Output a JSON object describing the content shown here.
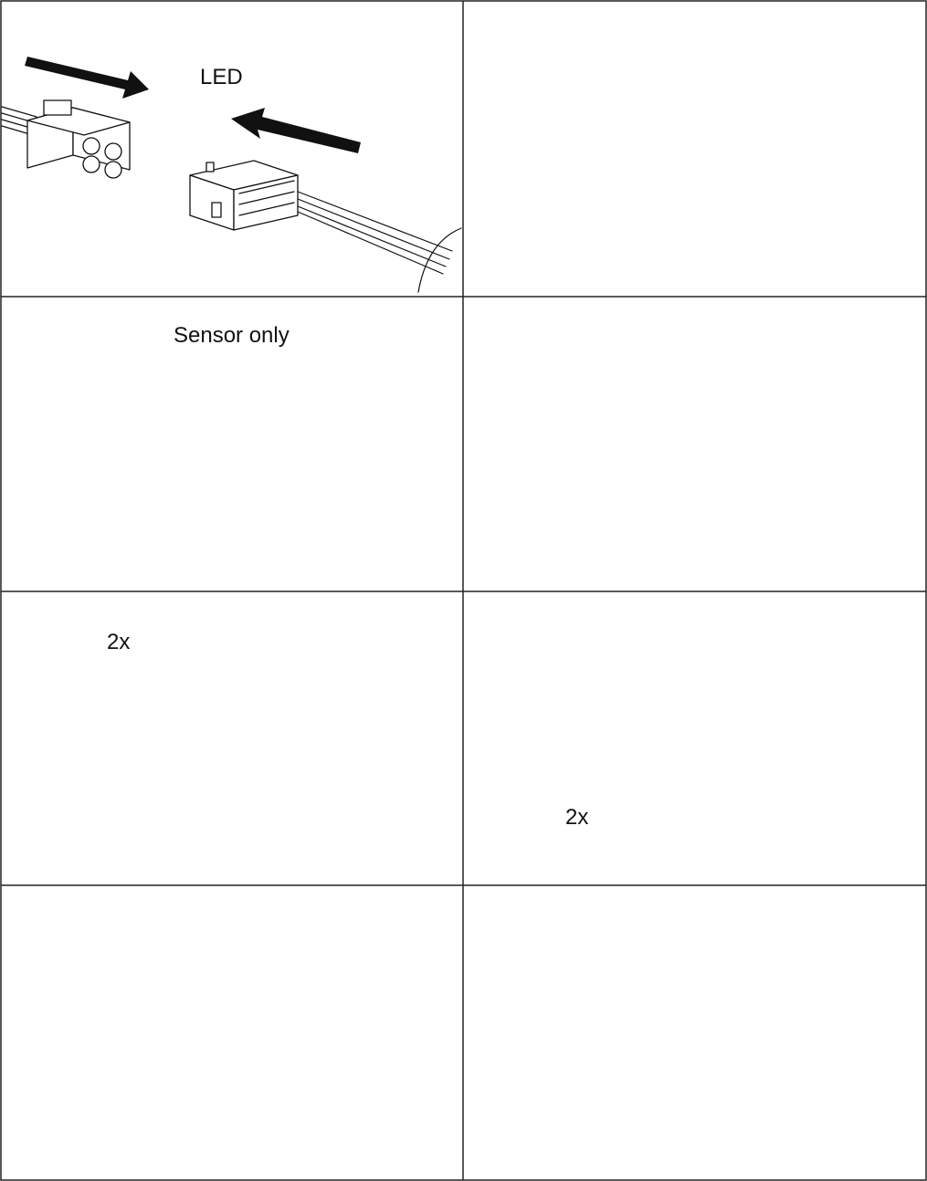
{
  "panels": [
    {
      "id": "connector-led",
      "label": "LED"
    },
    {
      "id": "ground-connector",
      "label": ""
    },
    {
      "id": "connector-sensor",
      "label": "Sensor only"
    },
    {
      "id": "module-mounted",
      "label": ""
    },
    {
      "id": "hardware-kit-a",
      "label": "2x"
    },
    {
      "id": "rail-assembly",
      "label": "2x"
    },
    {
      "id": "module-back",
      "label": ""
    },
    {
      "id": "hardware-kit-b",
      "label": ""
    }
  ],
  "icons": {
    "arrow": "arrow-icon",
    "ground": "ground-symbol-icon"
  },
  "colors": {
    "line": "#111111",
    "background": "#ffffff",
    "grid": "#222222"
  }
}
